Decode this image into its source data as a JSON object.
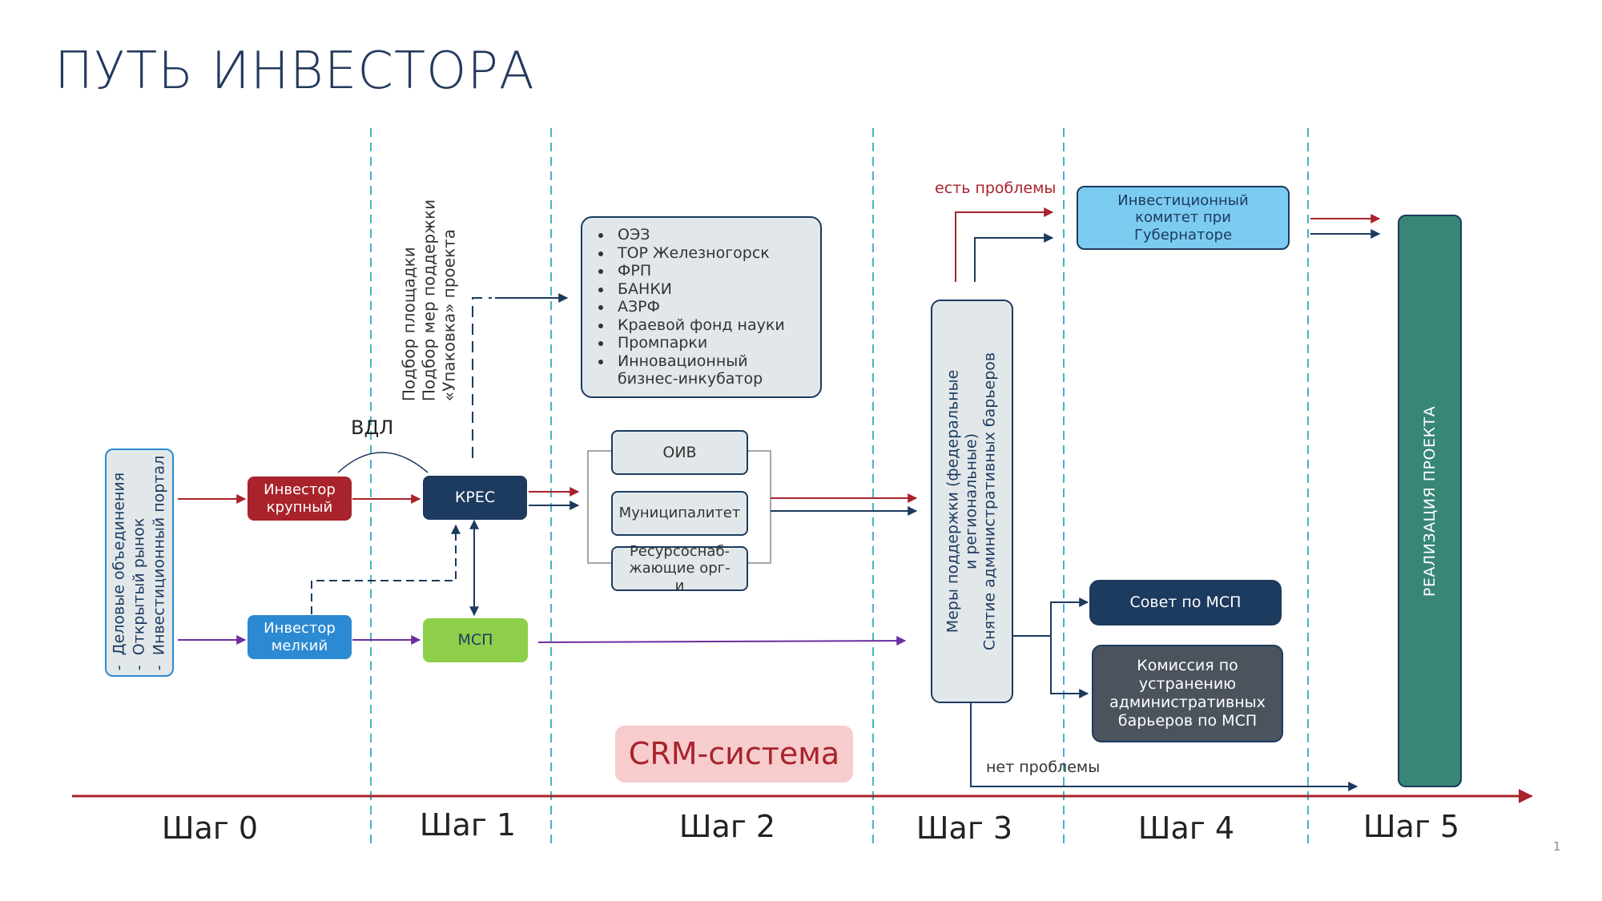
{
  "title": "ПУТЬ ИНВЕСТОРА",
  "page_number": "1",
  "steps": [
    "Шаг 0",
    "Шаг 1",
    "Шаг 2",
    "Шаг 3",
    "Шаг 4",
    "Шаг 5"
  ],
  "sources": {
    "lines": [
      "Деловые объединения",
      "Открытый рынок",
      "Инвестиционный портал"
    ],
    "bullet": "-"
  },
  "investor_large": "Инвестор крупный",
  "investor_small": "Инвестор мелкий",
  "vdl": "ВДЛ",
  "kres": "КРЕС",
  "msp": "МСП",
  "kres_services": [
    "Подбор площадки",
    "Подбор мер поддержки",
    "«Упаковка» проекта"
  ],
  "institutions": [
    "ОЭЗ",
    "ТОР Железногорск",
    "ФРП",
    "БАНКИ",
    "АЗРФ",
    "Краевой фонд науки",
    "Промпарки",
    "Инновационный бизнес-инкубатор"
  ],
  "orgs": {
    "oiv": "ОИВ",
    "municipality": "Муниципалитет",
    "resource": "Ресурсоснаб-жающие орг-и"
  },
  "support_measures": [
    "Меры поддержки (федеральные",
    "и региональные)",
    "Снятие административных барьеров"
  ],
  "has_problems": "есть проблемы",
  "no_problems": "нет проблемы",
  "invest_committee": "Инвестиционный комитет при Губернаторе",
  "msp_council": "Совет по МСП",
  "barrier_commission": "Комиссия по устранению административных барьеров по МСП",
  "crm": "CRM-система",
  "realization": "РЕАЛИЗАЦИЯ ПРОЕКТА",
  "colors": {
    "navy": "#1d3a5f",
    "red": "#a8232b",
    "blue": "#2b8ad2",
    "green": "#8dcf4a",
    "light_blue": "#7ccbf0",
    "teal": "#388676",
    "gray_dark": "#4b535d",
    "gray_light": "#e2e8ea",
    "purple": "#6c2e9e",
    "dashed_divider": "#46b3c8",
    "crm_bg": "#f6cccc",
    "crm_text": "#a8232b"
  }
}
